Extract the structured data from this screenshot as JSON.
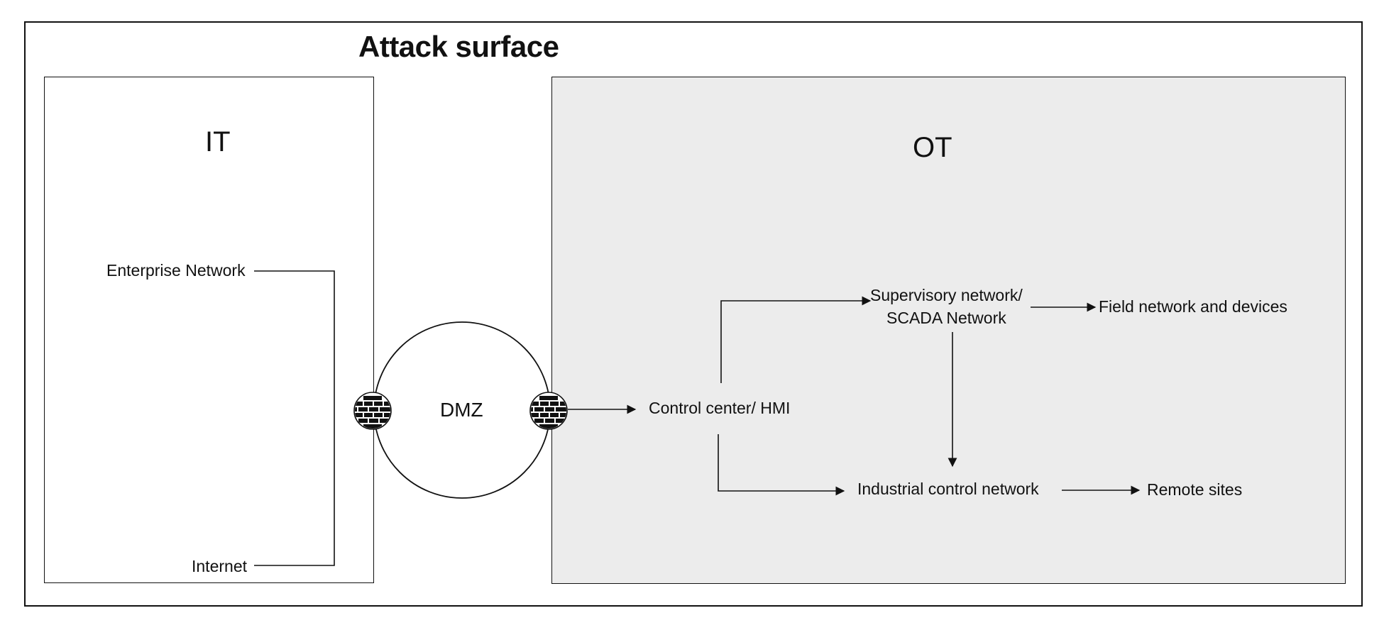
{
  "title": "Attack surface",
  "zones": {
    "it": {
      "label": "IT",
      "items": {
        "enterprise": "Enterprise Network",
        "internet": "Internet"
      }
    },
    "dmz": {
      "label": "DMZ"
    },
    "ot": {
      "label": "OT",
      "items": {
        "control_center": "Control center/ HMI",
        "supervisory_line1": "Supervisory network/",
        "supervisory_line2": "SCADA Network",
        "field": "Field network and devices",
        "industrial": "Industrial control network",
        "remote": "Remote sites"
      }
    }
  },
  "icons": {
    "firewall_left": "firewall-icon",
    "firewall_right": "firewall-icon"
  },
  "colors": {
    "ot_fill": "#ececec",
    "line": "#111111"
  }
}
